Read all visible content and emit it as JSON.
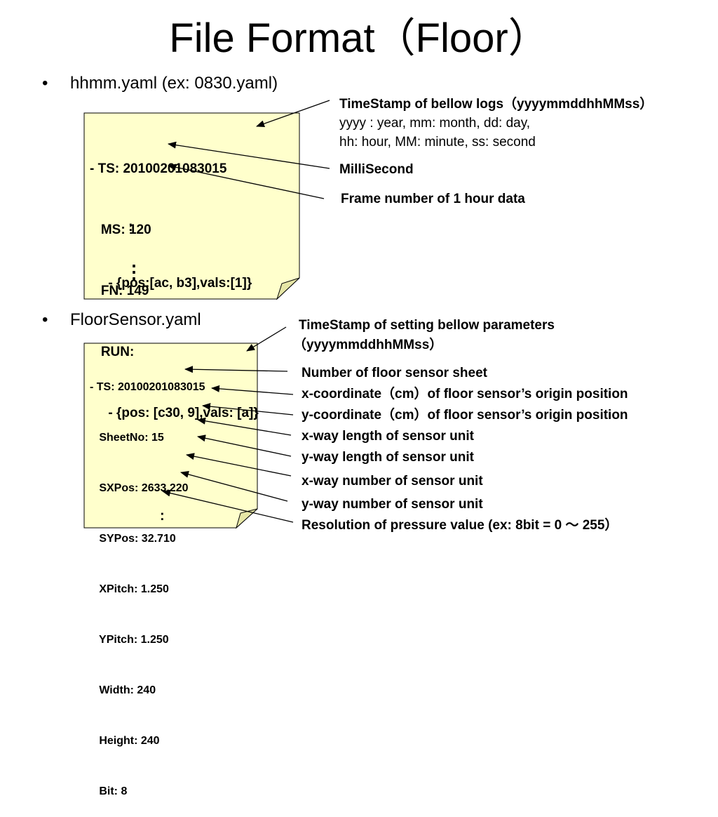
{
  "title": "File Format（Floor）",
  "bullets": {
    "b1": "hhmm.yaml (ex: 0830.yaml)",
    "b2": "FloorSensor.yaml",
    "symbol": "•"
  },
  "note1": {
    "lines": [
      "- TS: 20100201083015",
      "   MS: 120",
      "   FN: 149",
      "   RUN:",
      "     - {pos: [c30, 9],vals: [a]}",
      "     - {pos:[ac, b3],vals:[1]}"
    ],
    "ellipsis_small": ":",
    "ellipsis_large": "⋮"
  },
  "note1_annotations": {
    "timestamp_title": "TimeStamp of bellow logs（yyyymmddhhMMss）",
    "timestamp_detail_1": "yyyy : year, mm: month, dd: day,",
    "timestamp_detail_2": "hh: hour, MM: minute, ss: second",
    "ms": "MilliSecond",
    "fn": "Frame number  of  1 hour data"
  },
  "note2": {
    "lines": [
      "- TS: 20100201083015",
      "   SheetNo: 15",
      "   SXPos: 2633.220",
      "   SYPos: 32.710",
      "   XPitch: 1.250",
      "   YPitch: 1.250",
      "   Width: 240",
      "   Height: 240",
      "   Bit: 8"
    ],
    "ellipsis": ":"
  },
  "note2_annotations": {
    "ts_line1": "TimeStamp of setting bellow parameters",
    "ts_line2": "（yyyymmddhhMMss）",
    "sheetno": "Number of  floor sensor sheet",
    "sxpos": "x-coordinate（cm）of floor sensor’s origin position",
    "sypos": "y-coordinate（cm）of floor sensor’s origin position",
    "xpitch": "x-way length of sensor unit",
    "ypitch": "y-way length of sensor unit",
    "width": "x-way number of sensor unit",
    "height": "y-way number of sensor unit",
    "bit": "Resolution of  pressure value (ex: 8bit = 0 ～ 255）"
  },
  "colors": {
    "note_fill": "#ffffcc",
    "fold_fill": "#e6e6a6",
    "text": "#000000"
  }
}
